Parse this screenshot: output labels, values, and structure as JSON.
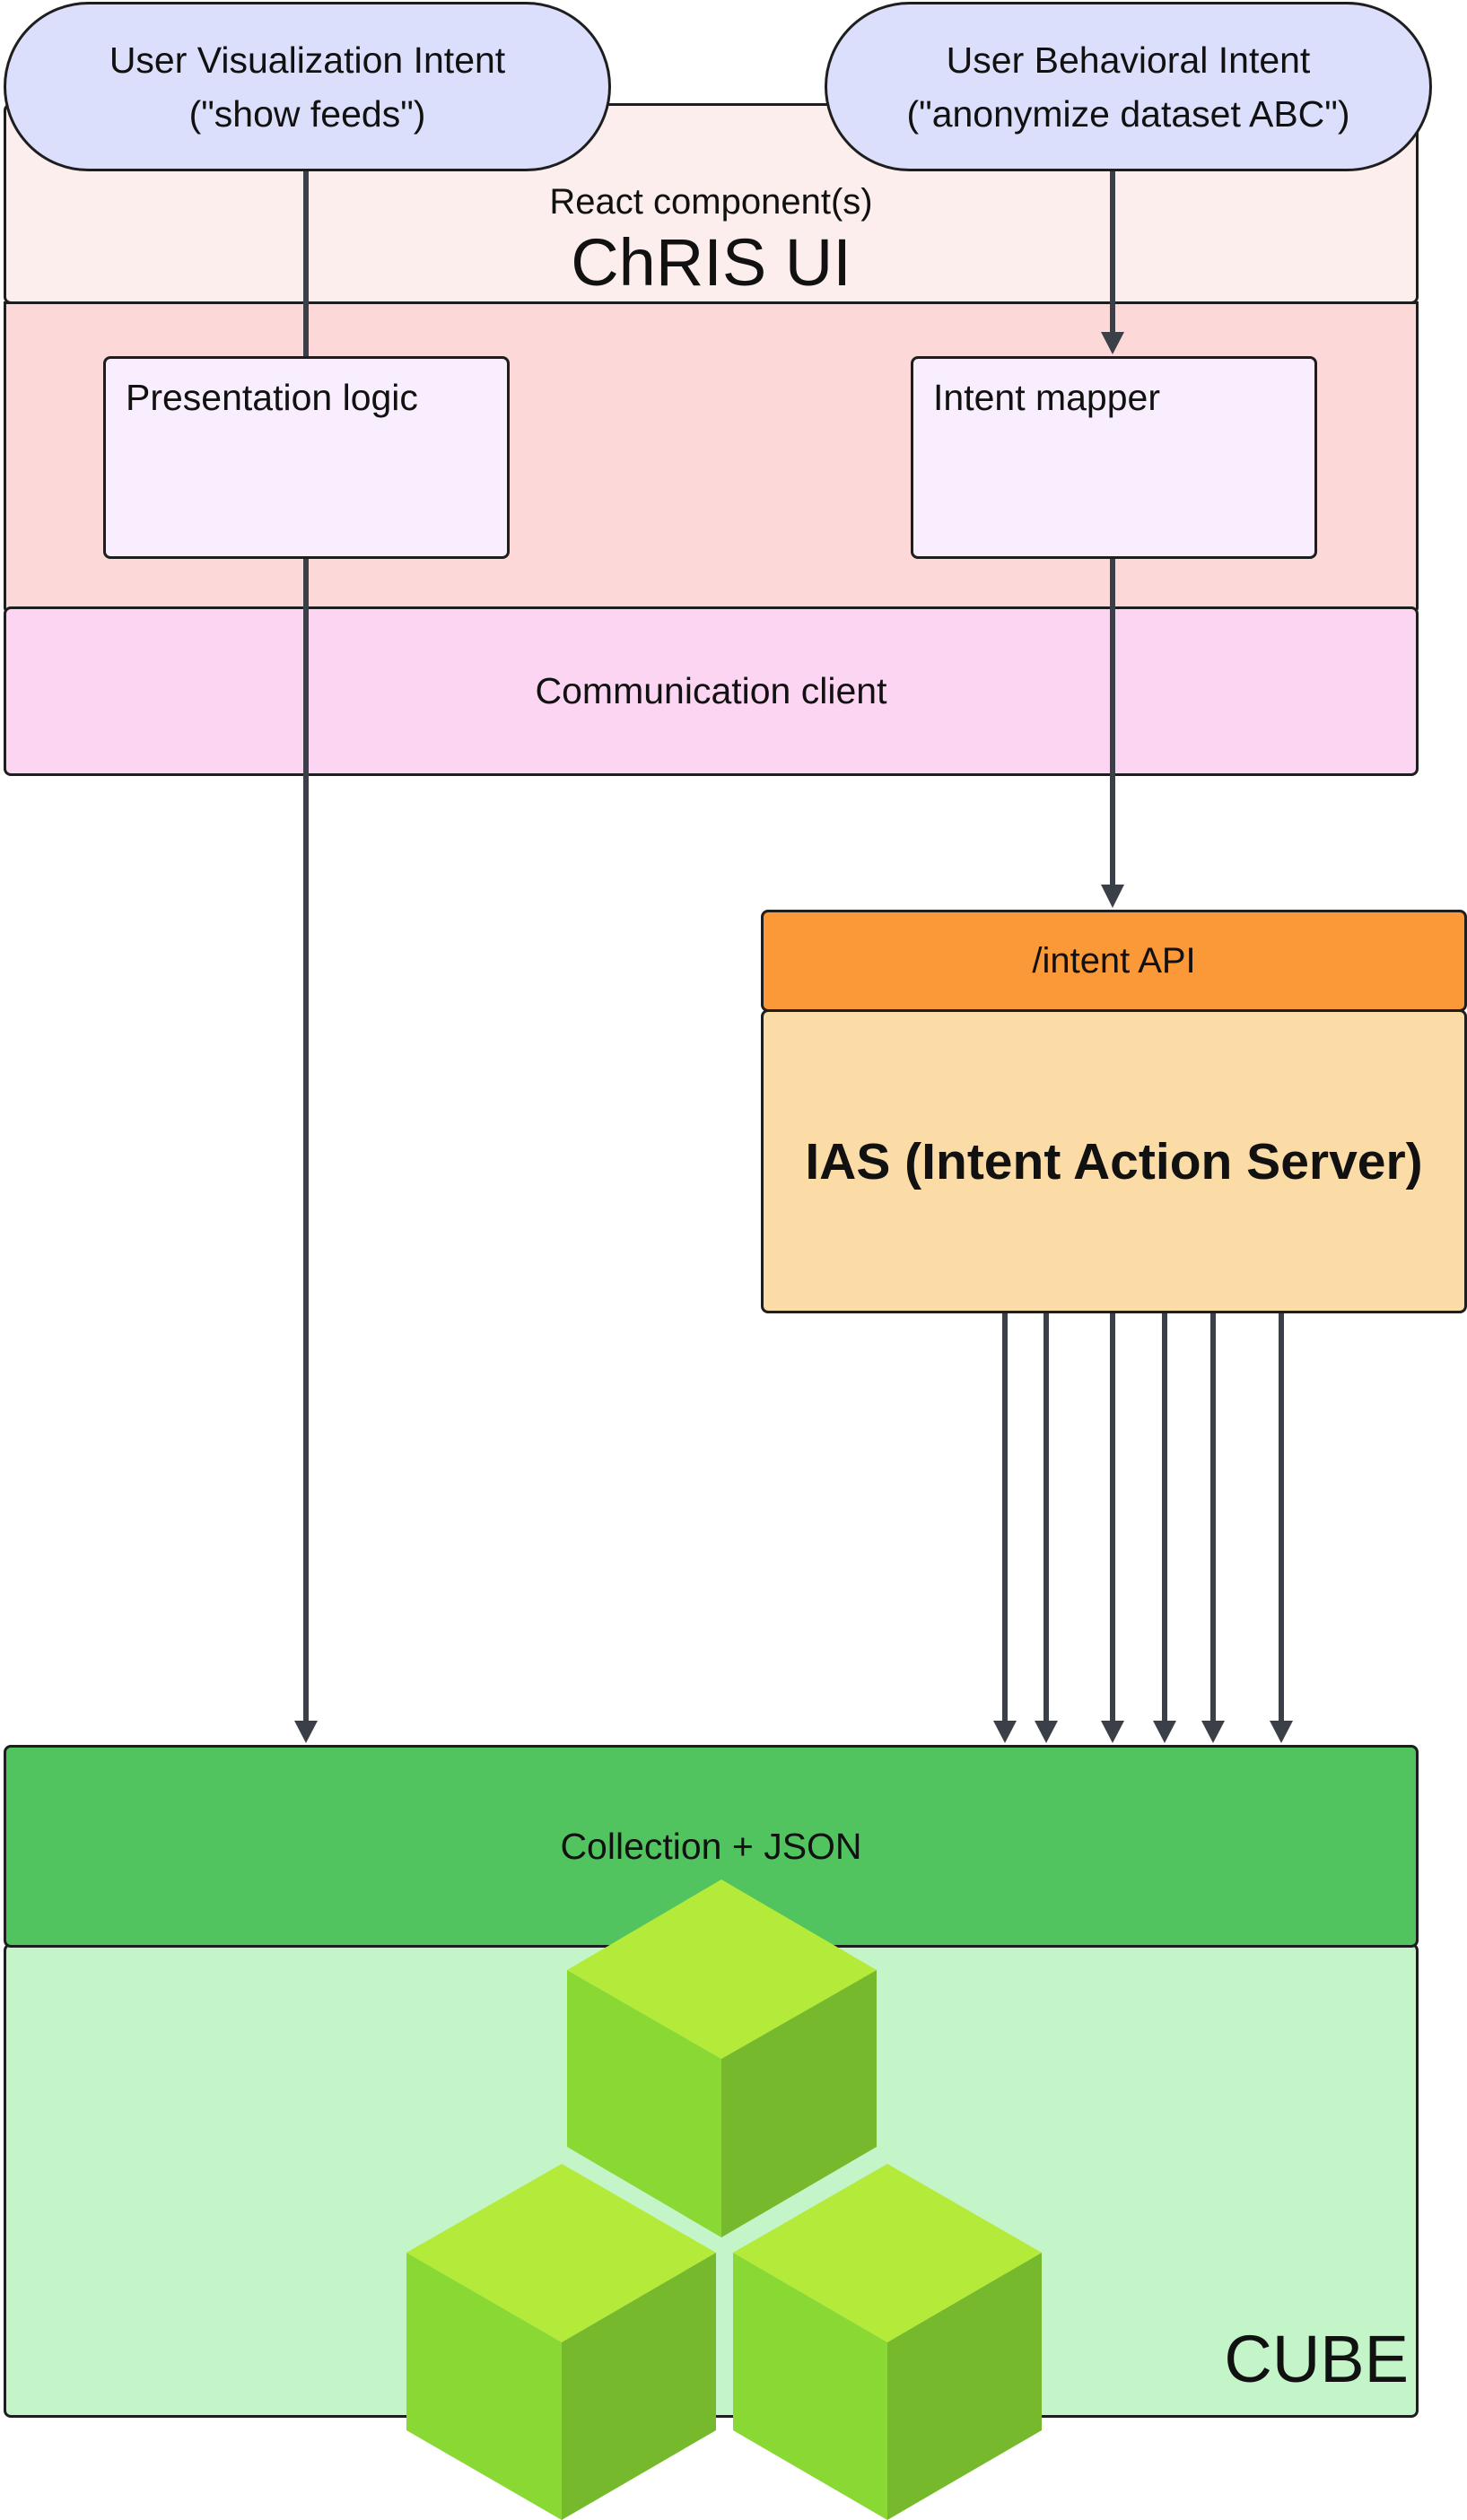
{
  "intents": {
    "visualization": {
      "title": "User Visualization Intent",
      "example": "(\"show feeds\")"
    },
    "behavioral": {
      "title": "User Behavioral Intent",
      "example": "(\"anonymize dataset ABC\")"
    }
  },
  "chris_ui": {
    "subtitle": "React component(s)",
    "title": "ChRIS UI",
    "presentation_logic": "Presentation logic",
    "intent_mapper": "Intent mapper",
    "communication_client": "Communication client"
  },
  "ias": {
    "api_label": "/intent API",
    "title": "IAS (Intent Action Server)"
  },
  "cube": {
    "header": "Collection + JSON",
    "label": "CUBE"
  },
  "colors": {
    "pill": "#dcdffb",
    "chris_header": "#fdeeee",
    "chris_body": "#fdd8d9",
    "inner_box": "#f9eefd",
    "comm_client": "#fcd5f2",
    "intent_api": "#fb9838",
    "ias_body": "#fbdca6",
    "cube_header": "#52c45f",
    "cube_body": "#c4f5c8",
    "cube_top": "#b4ea39",
    "cube_left": "#89d834",
    "cube_right": "#77b92d",
    "arrow": "#3b3f47"
  }
}
